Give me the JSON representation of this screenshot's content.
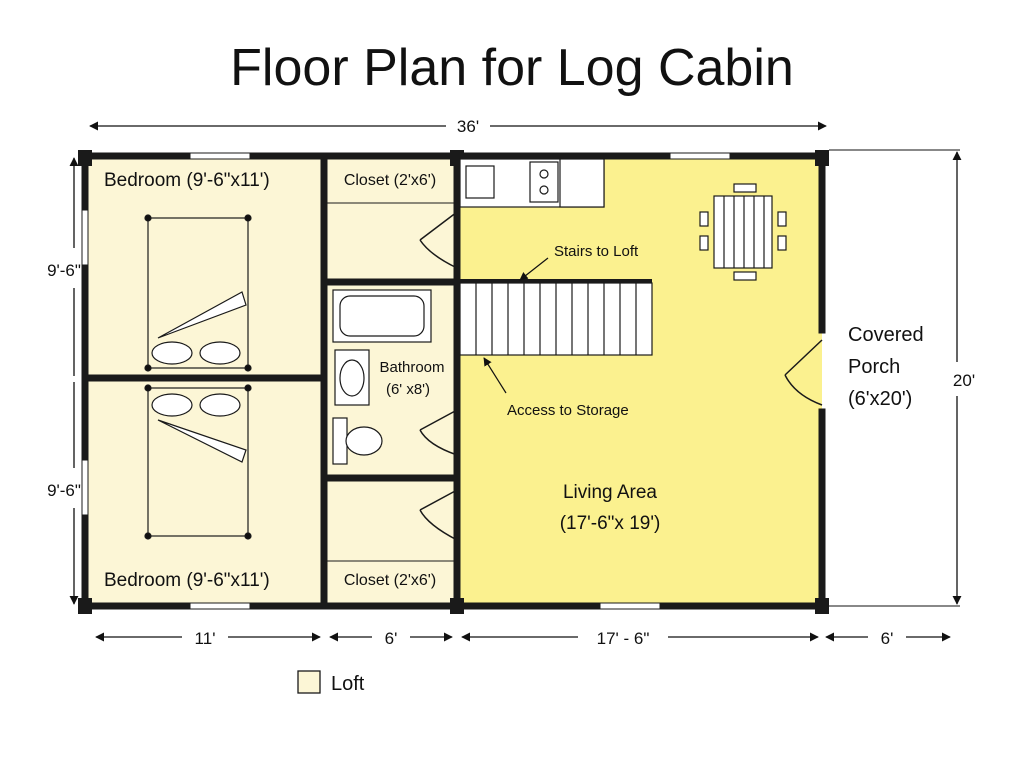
{
  "title": "Floor Plan for Log Cabin",
  "dimensions": {
    "overall_width": "36'",
    "overall_depth": "20'",
    "bedroom_depth_top": "9'-6\"",
    "bedroom_depth_bottom": "9'-6\"",
    "bedroom_width": "11'",
    "closet_width": "6'",
    "living_width": "17' - 6\"",
    "porch_width": "6'"
  },
  "rooms": {
    "bedroom_top": "Bedroom (9'-6\"x11')",
    "bedroom_bottom": "Bedroom (9'-6\"x11')",
    "closet_top": "Closet (2'x6')",
    "closet_bottom": "Closet (2'x6')",
    "bathroom_name": "Bathroom",
    "bathroom_size": "(6' x8')",
    "living_name": "Living Area",
    "living_size": "(17'-6\"x 19')",
    "porch_line1": "Covered",
    "porch_line2": "Porch",
    "porch_line3": "(6'x20')"
  },
  "callouts": {
    "stairs": "Stairs to Loft",
    "storage": "Access to Storage"
  },
  "legend": {
    "loft_label": "Loft",
    "loft_color": "#fcf6d6"
  },
  "colors": {
    "living_fill": "#fbf18f",
    "loft_fill": "#fcf6d6",
    "wall": "#1a1a1a"
  }
}
